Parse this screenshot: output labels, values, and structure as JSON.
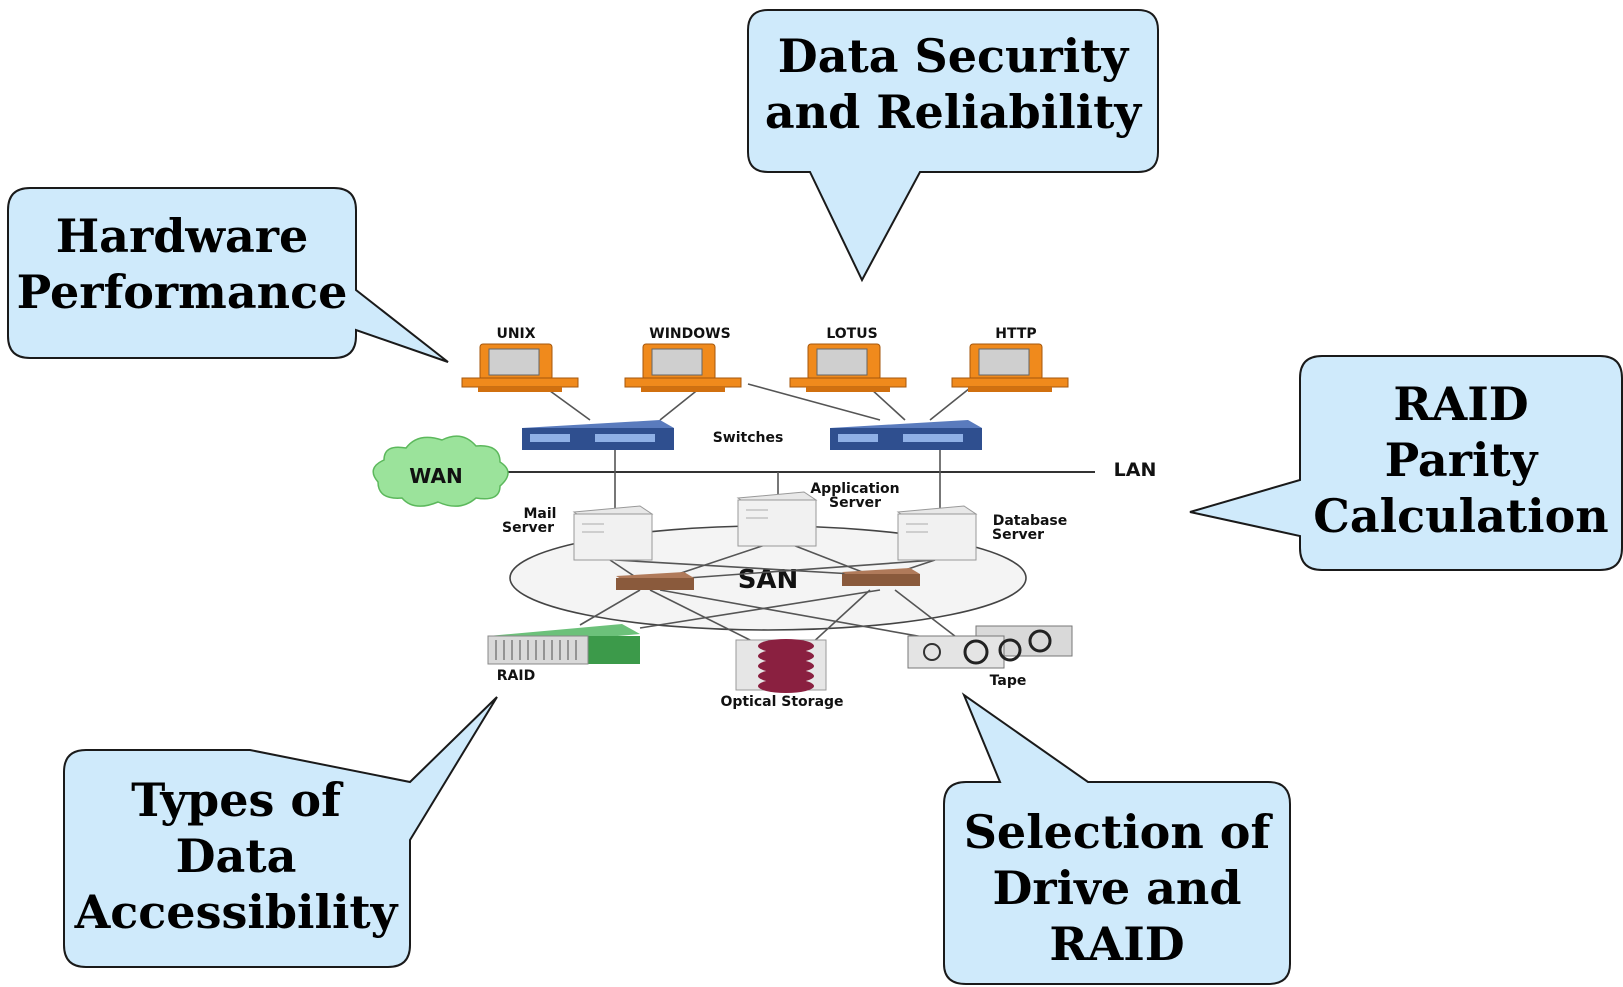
{
  "callouts": {
    "security": [
      "Data Security",
      "and Reliability"
    ],
    "hardware": [
      "Hardware",
      "Performance"
    ],
    "raid_parity": [
      "RAID",
      "Parity",
      "Calculation"
    ],
    "accessibility": [
      "Types of",
      "Data",
      "Accessibility"
    ],
    "selection": [
      "Selection of",
      "Drive and",
      "RAID"
    ]
  },
  "diagram": {
    "clients": {
      "unix": "UNIX",
      "windows": "WINDOWS",
      "lotus": "LOTUS",
      "http": "HTTP"
    },
    "switches_label": "Switches",
    "wan_label": "WAN",
    "lan_label": "LAN",
    "san_label": "SAN",
    "servers": {
      "mail": [
        "Mail",
        "Server"
      ],
      "application": [
        "Application",
        "Server"
      ],
      "database": [
        "Database",
        "Server"
      ]
    },
    "storage": {
      "raid": "RAID",
      "optical": "Optical Storage",
      "tape": "Tape"
    }
  },
  "colors": {
    "callout_fill": "#cfeafb",
    "callout_stroke": "#1a1a1a",
    "monitor": "#f08a1c",
    "switch": "#2f4f8f",
    "wan_cloud": "#9be39b",
    "raid_green": "#3c9a4a",
    "optical_disc": "#8a2040",
    "san_switch": "#8a5a3c"
  }
}
